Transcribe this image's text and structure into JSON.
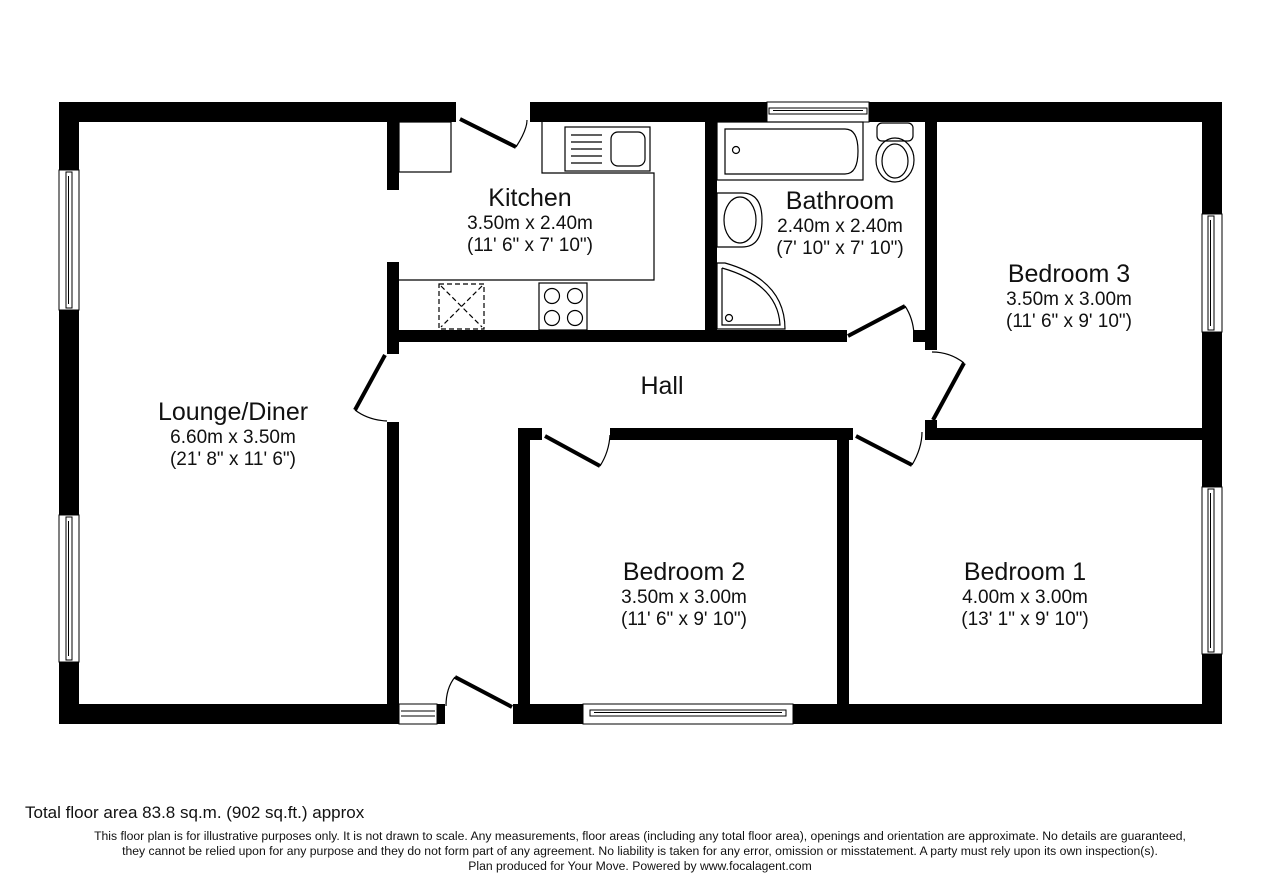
{
  "rooms": {
    "lounge": {
      "name": "Lounge/Diner",
      "metric": "6.60m x 3.50m",
      "imperial": "(21' 8\" x 11' 6\")"
    },
    "kitchen": {
      "name": "Kitchen",
      "metric": "3.50m x 2.40m",
      "imperial": "(11' 6\" x 7' 10\")"
    },
    "bathroom": {
      "name": "Bathroom",
      "metric": "2.40m x 2.40m",
      "imperial": "(7' 10\" x 7' 10\")"
    },
    "bedroom3": {
      "name": "Bedroom 3",
      "metric": "3.50m x 3.00m",
      "imperial": "(11' 6\" x 9' 10\")"
    },
    "hall": {
      "name": "Hall"
    },
    "bedroom2": {
      "name": "Bedroom 2",
      "metric": "3.50m x 3.00m",
      "imperial": "(11' 6\" x 9' 10\")"
    },
    "bedroom1": {
      "name": "Bedroom 1",
      "metric": "4.00m x 3.00m",
      "imperial": "(13' 1\" x 9' 10\")"
    }
  },
  "footer": {
    "total_area": "Total floor area 83.8 sq.m. (902 sq.ft.) approx",
    "disclaimer_line1": "This floor plan is for illustrative purposes only. It is not drawn to scale. Any measurements, floor areas (including any total floor area), openings and orientation are approximate. No details are guaranteed,",
    "disclaimer_line2": "they cannot be relied upon for any purpose and they do not form part of any agreement. No liability is taken for any error, omission or misstatement. A party must rely upon its own inspection(s).",
    "credit": "Plan produced for Your Move. Powered by www.focalagent.com"
  },
  "colors": {
    "wall": "#000000",
    "background": "#ffffff",
    "text": "#111111"
  }
}
